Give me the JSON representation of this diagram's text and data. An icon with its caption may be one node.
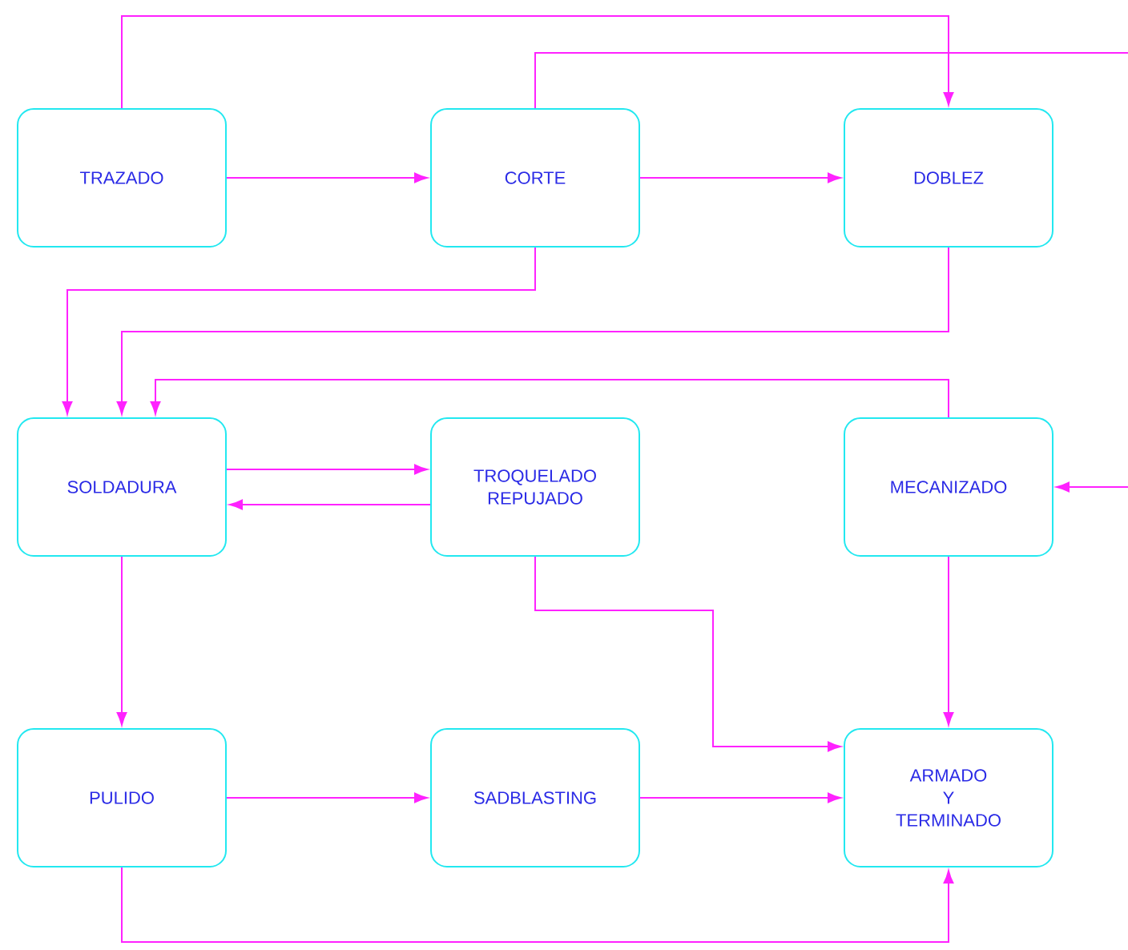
{
  "diagram": {
    "nodes": [
      {
        "text": [
          "TRAZADO"
        ]
      },
      {
        "text": [
          "CORTE"
        ]
      },
      {
        "text": [
          "DOBLEZ"
        ]
      },
      {
        "text": [
          "SOLDADURA"
        ]
      },
      {
        "text": [
          "TROQUELADO REPUJADO"
        ]
      },
      {
        "text": [
          "MECANIZADO"
        ]
      },
      {
        "text": [
          "PULIDO"
        ]
      },
      {
        "text": [
          "SADBLASTING"
        ]
      },
      {
        "text": [
          "ARMADO Y TERMINADO"
        ]
      }
    ],
    "edges": [
      {
        "from": 0,
        "to": 2,
        "arrow": "to"
      },
      {
        "from": 0,
        "to": 1,
        "arrow": "to"
      },
      {
        "from": 1,
        "to": 2,
        "arrow": "to"
      },
      {
        "from": 1,
        "to": null,
        "arrow": "none"
      },
      {
        "from": 1,
        "to": 3,
        "arrow": "to"
      },
      {
        "from": 2,
        "to": 3,
        "arrow": "to"
      },
      {
        "from": 5,
        "to": 3,
        "arrow": "to"
      },
      {
        "from": 3,
        "to": 4,
        "arrow": "to"
      },
      {
        "from": 4,
        "to": 3,
        "arrow": "to"
      },
      {
        "from": null,
        "to": 5,
        "arrow": "to"
      },
      {
        "from": 3,
        "to": 6,
        "arrow": "to"
      },
      {
        "from": 4,
        "to": 8,
        "arrow": "to"
      },
      {
        "from": 5,
        "to": 8,
        "arrow": "to"
      },
      {
        "from": 6,
        "to": 7,
        "arrow": "to"
      },
      {
        "from": 7,
        "to": 8,
        "arrow": "to"
      },
      {
        "from": 6,
        "to": 8,
        "arrow": "to"
      }
    ]
  }
}
